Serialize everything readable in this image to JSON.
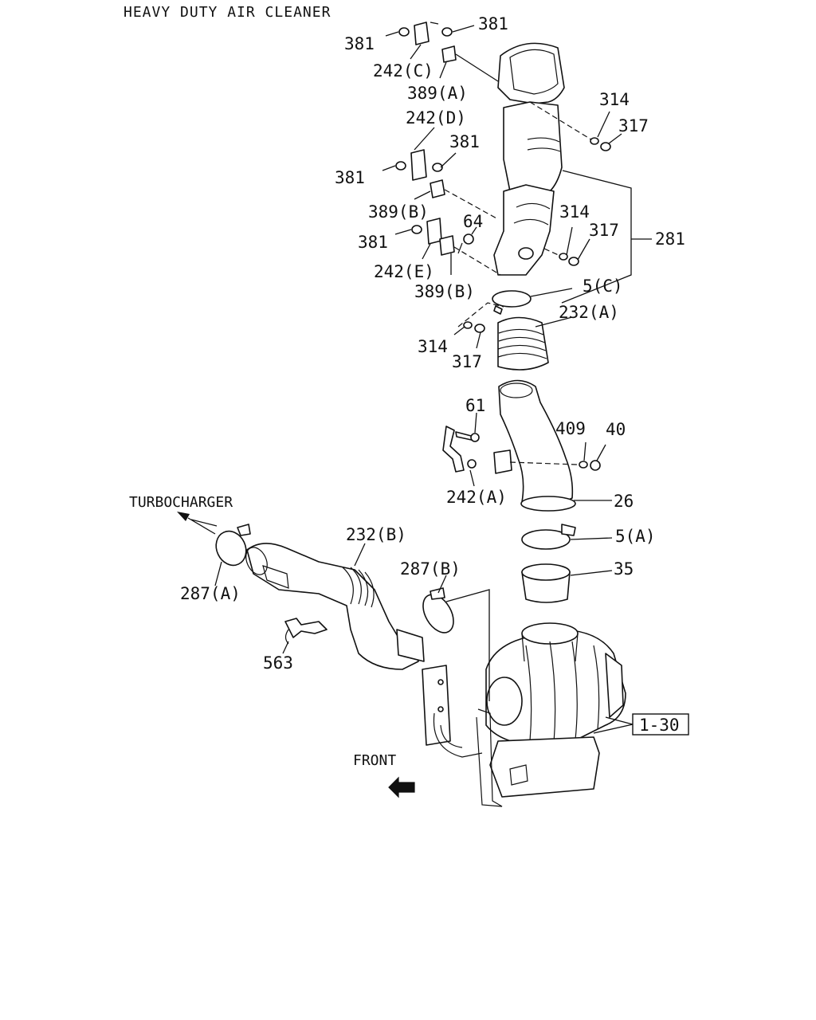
{
  "title": "HEAVY DUTY AIR CLEANER",
  "labels": {
    "l381a": "381",
    "l381b": "381",
    "l381c": "381",
    "l381d": "381",
    "l381e": "381",
    "l242c": "242(C)",
    "l389a": "389(A)",
    "l242d": "242(D)",
    "l389b1": "389(B)",
    "l64": "64",
    "l242e": "242(E)",
    "l389b2": "389(B)",
    "l314a": "314",
    "l317a": "317",
    "l314b": "314",
    "l317b": "317",
    "l314c": "314",
    "l317c": "317",
    "l281": "281",
    "l5c": "5(C)",
    "l232a": "232(A)",
    "l61": "61",
    "l409": "409",
    "l40": "40",
    "l242a": "242(A)",
    "l26": "26",
    "l5a": "5(A)",
    "l35": "35",
    "turbo": "TURBOCHARGER",
    "l232b": "232(B)",
    "l287b": "287(B)",
    "l287a": "287(A)",
    "l563": "563",
    "front": "FRONT",
    "ref130": "1-30"
  }
}
